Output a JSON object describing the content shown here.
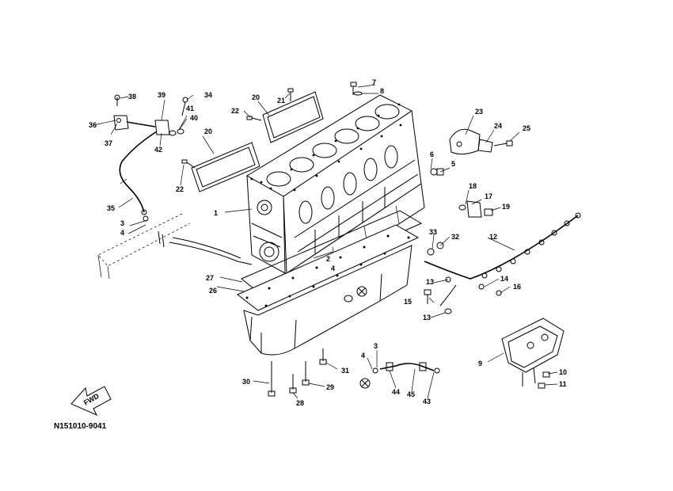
{
  "diagram": {
    "code": "N151010-9041",
    "fwd_label": "FWD",
    "callouts": [
      "1",
      "2",
      "3",
      "4",
      "5",
      "6",
      "7",
      "8",
      "9",
      "10",
      "11",
      "12",
      "13",
      "14",
      "15",
      "16",
      "17",
      "18",
      "19",
      "20",
      "21",
      "22",
      "23",
      "24",
      "25",
      "26",
      "27",
      "28",
      "29",
      "30",
      "31",
      "32",
      "33",
      "34",
      "35",
      "36",
      "37",
      "38",
      "39",
      "40",
      "41",
      "42",
      "43",
      "44",
      "45"
    ]
  }
}
